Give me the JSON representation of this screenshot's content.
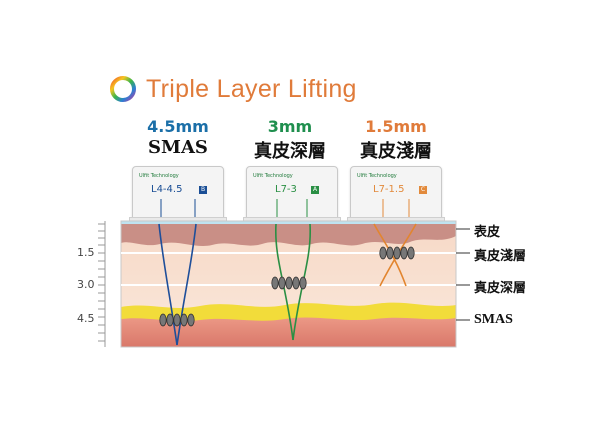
{
  "title": "Triple Layer Lifting",
  "columns": [
    {
      "depth": "4.5mm",
      "layer": "SMAS",
      "depth_color": "#1b6fa8",
      "brand": "Ulfit Technology",
      "model": "L4-4.5",
      "badge": "B",
      "accent": "#1a4e95"
    },
    {
      "depth": "3mm",
      "layer": "真皮深層",
      "depth_color": "#1f8f4e",
      "brand": "Ulfit Technology",
      "model": "L7-3",
      "badge": "A",
      "accent": "#2a8f44"
    },
    {
      "depth": "1.5mm",
      "layer": "真皮淺層",
      "depth_color": "#e07b3a",
      "brand": "Ulfit Technology",
      "model": "L7-1.5",
      "badge": "C",
      "accent": "#e28a3c"
    }
  ],
  "scale": {
    "labels": [
      "1.5",
      "3.0",
      "4.5"
    ]
  },
  "layers": [
    "表皮",
    "真皮淺層",
    "真皮深層",
    "SMAS"
  ],
  "colors": {
    "epidermis": "#c98f86",
    "dermis": "#f8e4d4",
    "fat": "#f2dc3a",
    "smas": "#e08b78"
  }
}
